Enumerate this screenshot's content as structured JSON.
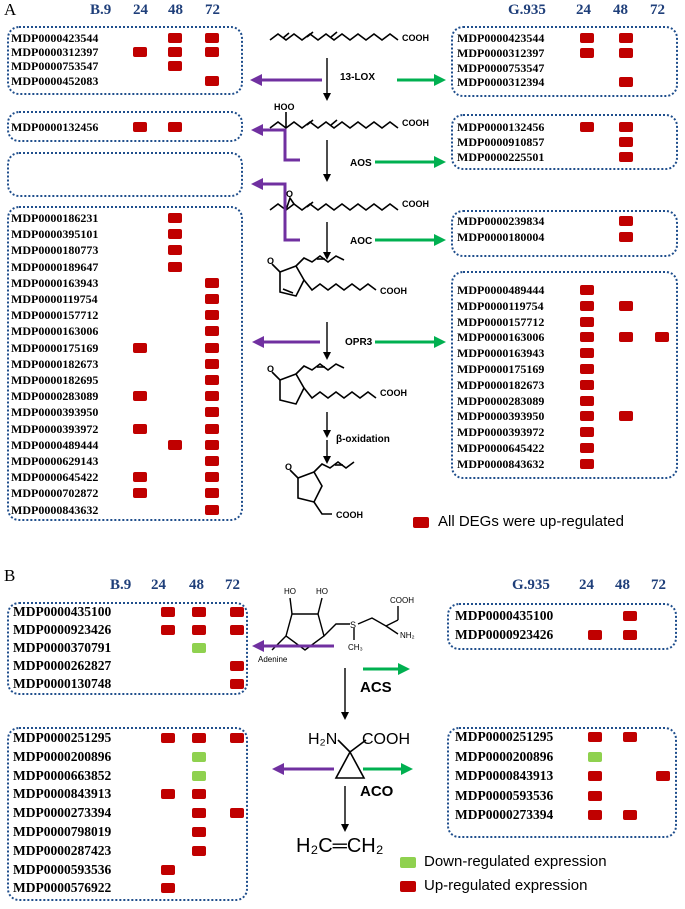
{
  "colors": {
    "up": "#c00000",
    "down": "#8fd14f",
    "purple": "#7030a0",
    "green": "#00b050",
    "box": "#1f4e8c",
    "header": "#1f3f7a"
  },
  "panelA": {
    "label": "A",
    "left_header": [
      "B.9",
      "24",
      "48",
      "72"
    ],
    "right_header": [
      "G.935",
      "24",
      "48",
      "72"
    ],
    "steps": [
      "13-LOX",
      "AOS",
      "AOC",
      "OPR3",
      "β-oxidation"
    ],
    "chem_labels": {
      "cooh": "COOH",
      "hoo": "HOO",
      "o": "O"
    },
    "legend": "All DEGs were up-regulated",
    "left_boxes": [
      [
        {
          "id": "MDP0000423544",
          "marks": [
            "",
            "up",
            "up"
          ]
        },
        {
          "id": "MDP0000312397",
          "marks": [
            "up",
            "up",
            "up"
          ]
        },
        {
          "id": "MDP0000753547",
          "marks": [
            "",
            "up",
            ""
          ]
        },
        {
          "id": "MDP0000452083",
          "marks": [
            "",
            "",
            "up"
          ]
        }
      ],
      [
        {
          "id": "MDP0000132456",
          "marks": [
            "up",
            "up",
            ""
          ]
        }
      ],
      [],
      [
        {
          "id": "MDP0000186231",
          "marks": [
            "",
            "up",
            ""
          ]
        },
        {
          "id": "MDP0000395101",
          "marks": [
            "",
            "up",
            ""
          ]
        },
        {
          "id": "MDP0000180773",
          "marks": [
            "",
            "up",
            ""
          ]
        },
        {
          "id": "MDP0000189647",
          "marks": [
            "",
            "up",
            ""
          ]
        },
        {
          "id": "MDP0000163943",
          "marks": [
            "",
            "",
            "up"
          ]
        },
        {
          "id": "MDP0000119754",
          "marks": [
            "",
            "",
            "up"
          ]
        },
        {
          "id": "MDP0000157712",
          "marks": [
            "",
            "",
            "up"
          ]
        },
        {
          "id": "MDP0000163006",
          "marks": [
            "",
            "",
            "up"
          ]
        },
        {
          "id": "MDP0000175169",
          "marks": [
            "up",
            "",
            "up"
          ]
        },
        {
          "id": "MDP0000182673",
          "marks": [
            "",
            "",
            "up"
          ]
        },
        {
          "id": "MDP0000182695",
          "marks": [
            "",
            "",
            "up"
          ]
        },
        {
          "id": "MDP0000283089",
          "marks": [
            "up",
            "",
            "up"
          ]
        },
        {
          "id": "MDP0000393950",
          "marks": [
            "",
            "",
            "up"
          ]
        },
        {
          "id": "MDP0000393972",
          "marks": [
            "up",
            "",
            "up"
          ]
        },
        {
          "id": "MDP0000489444",
          "marks": [
            "",
            "up",
            "up"
          ]
        },
        {
          "id": "MDP0000629143",
          "marks": [
            "",
            "",
            "up"
          ]
        },
        {
          "id": "MDP0000645422",
          "marks": [
            "up",
            "",
            "up"
          ]
        },
        {
          "id": "MDP0000702872",
          "marks": [
            "up",
            "",
            "up"
          ]
        },
        {
          "id": "MDP0000843632",
          "marks": [
            "",
            "",
            "up"
          ]
        }
      ]
    ],
    "right_boxes": [
      [
        {
          "id": "MDP0000423544",
          "marks": [
            "up",
            "up",
            ""
          ]
        },
        {
          "id": "MDP0000312397",
          "marks": [
            "up",
            "up",
            ""
          ]
        },
        {
          "id": "MDP0000753547",
          "marks": [
            "",
            "",
            ""
          ]
        },
        {
          "id": "MDP0000312394",
          "marks": [
            "",
            "up",
            ""
          ]
        }
      ],
      [
        {
          "id": "MDP0000132456",
          "marks": [
            "up",
            "up",
            ""
          ]
        },
        {
          "id": "MDP0000910857",
          "marks": [
            "",
            "up",
            ""
          ]
        },
        {
          "id": "MDP0000225501",
          "marks": [
            "",
            "up",
            ""
          ]
        }
      ],
      [
        {
          "id": "MDP0000239834",
          "marks": [
            "",
            "up",
            ""
          ]
        },
        {
          "id": "MDP0000180004",
          "marks": [
            "",
            "up",
            ""
          ]
        }
      ],
      [
        {
          "id": "MDP0000489444",
          "marks": [
            "up",
            "",
            ""
          ]
        },
        {
          "id": "MDP0000119754",
          "marks": [
            "up",
            "up",
            ""
          ]
        },
        {
          "id": "MDP0000157712",
          "marks": [
            "up",
            "",
            ""
          ]
        },
        {
          "id": "MDP0000163006",
          "marks": [
            "up",
            "up",
            "up"
          ]
        },
        {
          "id": "MDP0000163943",
          "marks": [
            "up",
            "",
            ""
          ]
        },
        {
          "id": "MDP0000175169",
          "marks": [
            "up",
            "",
            ""
          ]
        },
        {
          "id": "MDP0000182673",
          "marks": [
            "up",
            "",
            ""
          ]
        },
        {
          "id": "MDP0000283089",
          "marks": [
            "up",
            "",
            ""
          ]
        },
        {
          "id": "MDP0000393950",
          "marks": [
            "up",
            "up",
            ""
          ]
        },
        {
          "id": "MDP0000393972",
          "marks": [
            "up",
            "",
            ""
          ]
        },
        {
          "id": "MDP0000645422",
          "marks": [
            "up",
            "",
            ""
          ]
        },
        {
          "id": "MDP0000843632",
          "marks": [
            "up",
            "",
            ""
          ]
        }
      ]
    ]
  },
  "panelB": {
    "label": "B",
    "left_header": [
      "B.9",
      "24",
      "48",
      "72"
    ],
    "right_header": [
      "G.935",
      "24",
      "48",
      "72"
    ],
    "steps": [
      "ACS",
      "ACO"
    ],
    "chem_labels": {
      "adenine": "Adenine",
      "ho": "HO",
      "cooh": "COOH",
      "nh2": "NH₂",
      "ch3": "CH₃",
      "s": "S",
      "h2n": "H₂N",
      "ethylene": "H₂C═CH₂"
    },
    "legend": [
      {
        "label": "Down-regulated expression",
        "type": "down"
      },
      {
        "label": "Up-regulated expression",
        "type": "up"
      }
    ],
    "left_boxes": [
      [
        {
          "id": "MDP0000435100",
          "marks": [
            "up",
            "up",
            "up"
          ]
        },
        {
          "id": "MDP0000923426",
          "marks": [
            "up",
            "up",
            "up"
          ]
        },
        {
          "id": "MDP0000370791",
          "marks": [
            "",
            "down",
            ""
          ]
        },
        {
          "id": "MDP0000262827",
          "marks": [
            "",
            "",
            "up"
          ]
        },
        {
          "id": "MDP0000130748",
          "marks": [
            "",
            "",
            "up"
          ]
        }
      ],
      [
        {
          "id": "MDP0000251295",
          "marks": [
            "up",
            "up",
            "up"
          ]
        },
        {
          "id": "MDP0000200896",
          "marks": [
            "",
            "down",
            ""
          ]
        },
        {
          "id": "MDP0000663852",
          "marks": [
            "",
            "down",
            ""
          ]
        },
        {
          "id": "MDP0000843913",
          "marks": [
            "up",
            "up",
            ""
          ]
        },
        {
          "id": "MDP0000273394",
          "marks": [
            "",
            "up",
            "up"
          ]
        },
        {
          "id": "MDP0000798019",
          "marks": [
            "",
            "up",
            ""
          ]
        },
        {
          "id": "MDP0000287423",
          "marks": [
            "",
            "up",
            ""
          ]
        },
        {
          "id": "MDP0000593536",
          "marks": [
            "up",
            "",
            ""
          ]
        },
        {
          "id": "MDP0000576922",
          "marks": [
            "up",
            "",
            ""
          ]
        }
      ]
    ],
    "right_boxes": [
      [
        {
          "id": "MDP0000435100",
          "marks": [
            "",
            "up",
            ""
          ]
        },
        {
          "id": "MDP0000923426",
          "marks": [
            "up",
            "up",
            ""
          ]
        }
      ],
      [
        {
          "id": "MDP0000251295",
          "marks": [
            "up",
            "up",
            ""
          ]
        },
        {
          "id": "MDP0000200896",
          "marks": [
            "down",
            "",
            ""
          ]
        },
        {
          "id": "MDP0000843913",
          "marks": [
            "up",
            "",
            "up"
          ]
        },
        {
          "id": "MDP0000593536",
          "marks": [
            "up",
            "",
            ""
          ]
        },
        {
          "id": "MDP0000273394",
          "marks": [
            "up",
            "up",
            ""
          ]
        }
      ]
    ]
  }
}
